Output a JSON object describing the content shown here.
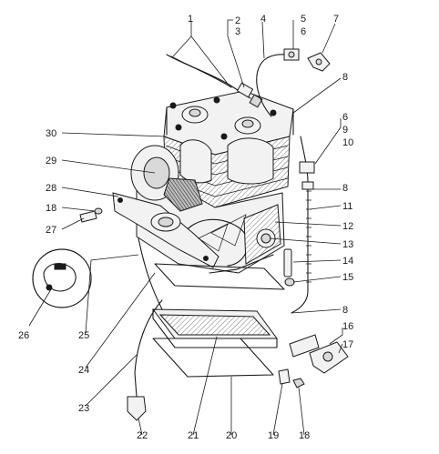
{
  "diagram": {
    "callouts": [
      {
        "id": "c1",
        "text": "1"
      },
      {
        "id": "c2",
        "text": "2"
      },
      {
        "id": "c3",
        "text": "3"
      },
      {
        "id": "c4",
        "text": "4"
      },
      {
        "id": "c5",
        "text": "5"
      },
      {
        "id": "c6a",
        "text": "6"
      },
      {
        "id": "c7",
        "text": "7"
      },
      {
        "id": "c8a",
        "text": "8"
      },
      {
        "id": "c6b",
        "text": "6"
      },
      {
        "id": "c9",
        "text": "9"
      },
      {
        "id": "c10",
        "text": "10"
      },
      {
        "id": "c8b",
        "text": "8"
      },
      {
        "id": "c11",
        "text": "11"
      },
      {
        "id": "c12",
        "text": "12"
      },
      {
        "id": "c13",
        "text": "13"
      },
      {
        "id": "c14",
        "text": "14"
      },
      {
        "id": "c15",
        "text": "15"
      },
      {
        "id": "c8c",
        "text": "8"
      },
      {
        "id": "c16",
        "text": "16"
      },
      {
        "id": "c17",
        "text": "17"
      },
      {
        "id": "c30",
        "text": "30"
      },
      {
        "id": "c29",
        "text": "29"
      },
      {
        "id": "c28",
        "text": "28"
      },
      {
        "id": "c18a",
        "text": "18"
      },
      {
        "id": "c27",
        "text": "27"
      },
      {
        "id": "c26",
        "text": "26"
      },
      {
        "id": "c25",
        "text": "25"
      },
      {
        "id": "c24",
        "text": "24"
      },
      {
        "id": "c23",
        "text": "23"
      },
      {
        "id": "c22",
        "text": "22"
      },
      {
        "id": "c21",
        "text": "21"
      },
      {
        "id": "c20",
        "text": "20"
      },
      {
        "id": "c19",
        "text": "19"
      },
      {
        "id": "c18b",
        "text": "18"
      }
    ]
  }
}
